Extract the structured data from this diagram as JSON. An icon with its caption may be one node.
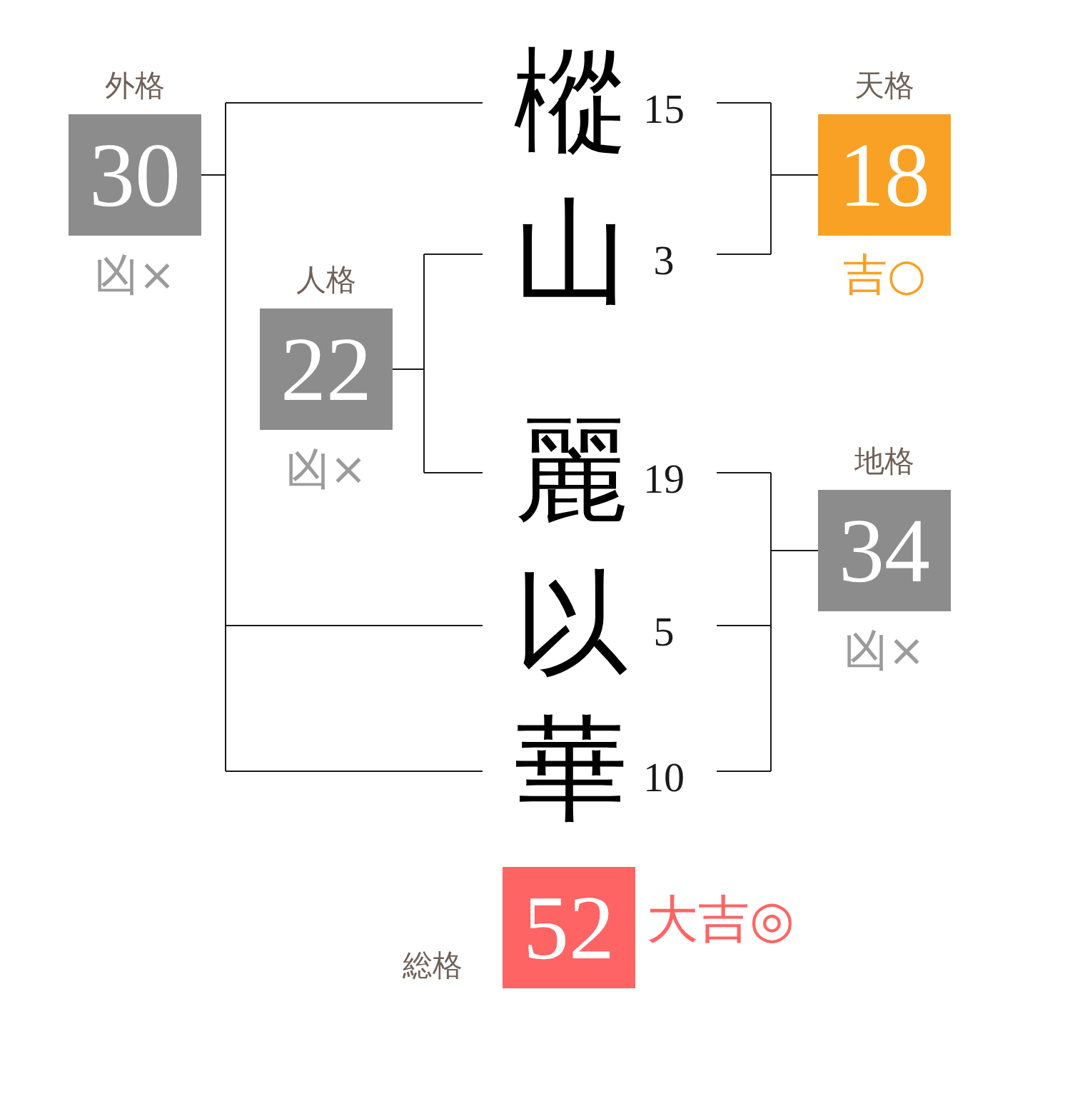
{
  "diagram": {
    "nodes": [
      {
        "text": [
          "外格",
          "30"
        ],
        "beside": [
          "凶×"
        ]
      },
      {
        "text": [
          "樅"
        ],
        "beside": [
          "15"
        ]
      },
      {
        "text": [
          "天格",
          "18"
        ],
        "beside": [
          "吉○"
        ]
      },
      {
        "text": [
          "山"
        ],
        "beside": [
          "3"
        ]
      },
      {
        "text": [
          "人格",
          "22"
        ],
        "beside": [
          "凶×"
        ]
      },
      {
        "text": [
          "麗"
        ],
        "beside": [
          "19"
        ]
      },
      {
        "text": [
          "地格",
          "34"
        ],
        "beside": [
          "凶×"
        ]
      },
      {
        "text": [
          "以"
        ],
        "beside": [
          "5"
        ]
      },
      {
        "text": [
          "華"
        ],
        "beside": [
          "10"
        ]
      },
      {
        "text": [
          "総格",
          "52"
        ],
        "beside": [
          "大吉◎"
        ]
      }
    ],
    "edges": [
      {
        "from": 1,
        "to": 2,
        "arrow": "none"
      },
      {
        "from": 3,
        "to": 2,
        "arrow": "none"
      },
      {
        "from": 3,
        "to": 4,
        "arrow": "none"
      },
      {
        "from": 5,
        "to": 4,
        "arrow": "none"
      },
      {
        "from": 5,
        "to": 6,
        "arrow": "none"
      },
      {
        "from": 7,
        "to": 6,
        "arrow": "none"
      },
      {
        "from": 8,
        "to": 6,
        "arrow": "none"
      },
      {
        "from": 1,
        "to": 0,
        "arrow": "none"
      },
      {
        "from": 7,
        "to": 0,
        "arrow": "none"
      },
      {
        "from": 8,
        "to": 0,
        "arrow": "none"
      }
    ]
  }
}
